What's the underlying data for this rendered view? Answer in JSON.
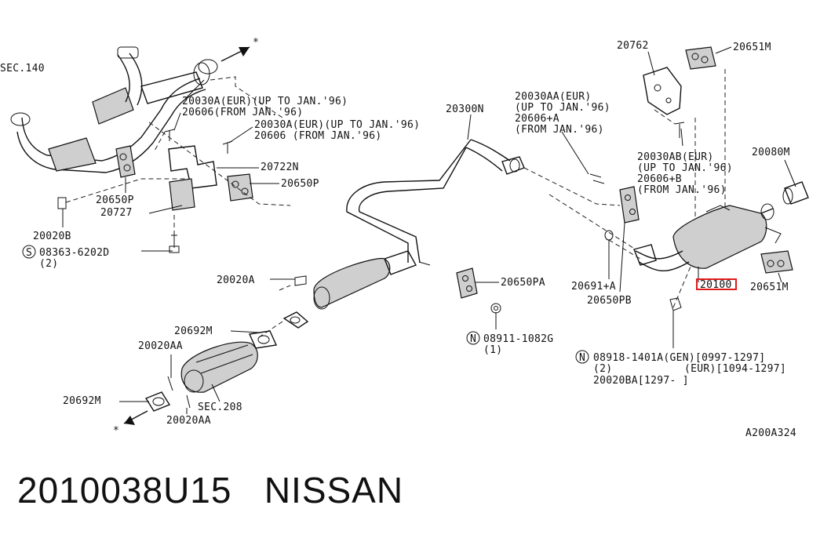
{
  "labels": {
    "sec140": "SEC.140",
    "p20030a_eur": "20030A(EUR)(UP TO JAN.'96)",
    "p20606_from": "20606(FROM JAN.'96)",
    "p20030a_eur_b": "20030A(EUR)(UP TO JAN.'96)",
    "p20606_from_b": "20606  (FROM JAN.'96)",
    "p20722n": "20722N",
    "p20650p_left": "20650P",
    "p20650p_right": "20650P",
    "p20727": "20727",
    "p20020b": "20020B",
    "p08363": "08363-6202D",
    "qty2_a": "(2)",
    "p20300n": "20300N",
    "p20030aa_eur": "20030AA(EUR)",
    "p20030aa_up": "(UP TO JAN.'96)",
    "p20606a": "20606+A",
    "p20606a_from": "(FROM JAN.'96)",
    "p20762": "20762",
    "p20651m_top": "20651M",
    "p20030ab_eur": "20030AB(EUR)",
    "p20030ab_up": "(UP TO JAN.'96)",
    "p20606b": "20606+B",
    "p20606b_from": "(FROM JAN.'96)",
    "p20080m": "20080M",
    "p20020a": "20020A",
    "p20650pa": "20650PA",
    "p20691a": "20691+A",
    "p20650pb": "20650PB",
    "p20100": "20100",
    "p20651m_bottom": "20651M",
    "p20692m_top": "20692M",
    "p20020aa_top": "20020AA",
    "p08911": "08911-1082G",
    "qty1": "(1)",
    "p08918": "08918-1401A(GEN)[0997-1297]",
    "qty2_b": "(2)",
    "p08918_eur": "(EUR)[1094-1297]",
    "p20020ba": "20020BA[1297-    ]",
    "p20692m_bottom": "20692M",
    "sec208": "SEC.208",
    "p20020aa_bottom": "20020AA",
    "star_top": "*",
    "star_bottom": "*",
    "mark_s": "S",
    "mark_n1": "N",
    "mark_n2": "N",
    "figure_code": "A200A324"
  },
  "caption": {
    "part_number": "2010038U15",
    "brand": "NISSAN"
  },
  "colors": {
    "highlight": "#e01a1a",
    "ink": "#111111"
  }
}
